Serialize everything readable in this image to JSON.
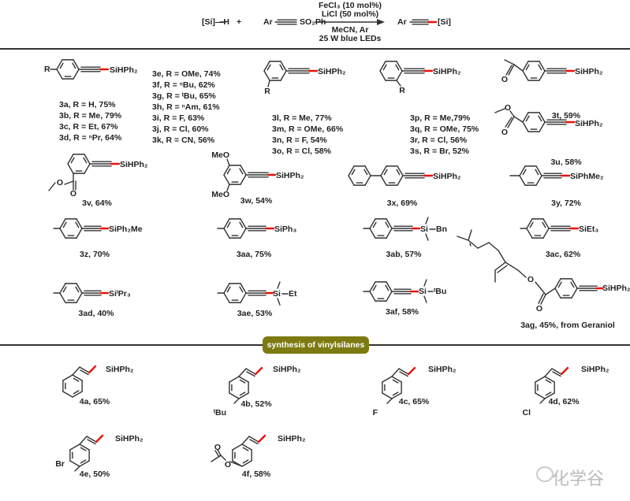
{
  "reaction": {
    "reagent_1": "[Si]—H",
    "plus": "+",
    "reagent_2_ar": "Ar",
    "reagent_2_group": "SO₂Ph",
    "conditions_above": [
      "FeCl₃ (10 mol%)",
      "LiCl (50 mol%)"
    ],
    "conditions_below": [
      "MeCN, Ar",
      "25 W blue LEDs"
    ],
    "product_ar": "Ar",
    "product_si": "[Si]"
  },
  "para_series": {
    "substituent": "R",
    "silyl": "SiHPh₂",
    "entries_a": [
      "3a, R = H, 75%",
      "3b, R = Me, 79%",
      "3c, R = Et, 67%",
      "3d, R = ⁿPr, 64%"
    ],
    "entries_b": [
      "3e, R = OMe, 74%",
      "3f, R = ⁿBu, 62%",
      "3g, R = ᵗBu, 65%",
      "3h, R = ⁿAm, 61%",
      "3i, R = F, 63%",
      "3j, R = Cl, 60%",
      "3k, R = CN, 56%"
    ]
  },
  "meta_series": {
    "substituent": "R",
    "silyl": "SiHPh₂",
    "entries": [
      "3l, R = Me, 77%",
      "3m, R = OMe, 66%",
      "3n, R = F, 54%",
      "3o, R = Cl, 58%"
    ]
  },
  "ortho_series": {
    "substituent": "R",
    "silyl": "SiHPh₂",
    "entries": [
      "3p, R = Me,79%",
      "3q, R = OMe, 75%",
      "3r, R = Cl, 56%",
      "3s, R = Br, 52%"
    ]
  },
  "compounds": {
    "c3t": {
      "silyl": "SiHPh₂",
      "atom_o": "O",
      "label": "3t, 59%"
    },
    "c3u": {
      "silyl": "SiHPh₂",
      "atom_o1": "O",
      "atom_o2": "O",
      "label": "3u, 58%"
    },
    "c3v": {
      "silyl": "SiHPh₂",
      "atom_o1": "O",
      "atom_o2": "O",
      "label": "3v, 64%"
    },
    "c3w": {
      "silyl": "SiHPh₂",
      "group_1": "MeO",
      "group_2": "MeO",
      "label": "3w, 54%"
    },
    "c3x": {
      "silyl": "SiHPh₂",
      "label": "3x, 69%"
    },
    "c3y": {
      "silyl": "SiPhMe₂",
      "label": "3y, 72%"
    },
    "c3z": {
      "silyl": "SiPh₂Me",
      "label": "3z, 70%"
    },
    "c3aa": {
      "silyl": "SiPh₃",
      "label": "3aa, 75%"
    },
    "c3ab": {
      "silyl": "Si",
      "group": "Bn",
      "label": "3ab, 57%"
    },
    "c3ac": {
      "silyl": "SiEt₃",
      "label": "3ac, 62%"
    },
    "c3ad": {
      "silyl": "SiⁱPr₃",
      "label": "3ad, 40%"
    },
    "c3ae": {
      "silyl": "Si",
      "group": "Et",
      "label": "3ae, 53%"
    },
    "c3af": {
      "silyl": "Si",
      "group": "ᵗBu",
      "label": "3af, 58%"
    },
    "c3ag": {
      "silyl": "SiHPh₂",
      "atom_o1": "O",
      "atom_o2": "O",
      "label": "3ag, 45%, from Geraniol"
    }
  },
  "section_badge": "synthesis of vinylsilanes",
  "vinyl": {
    "c4a": {
      "silyl": "SiHPh₂",
      "label": "4a, 65%"
    },
    "c4b": {
      "silyl": "SiHPh₂",
      "substituent": "ᵗBu",
      "label": "4b, 52%"
    },
    "c4c": {
      "silyl": "SiHPh₂",
      "substituent": "F",
      "label": "4c, 65%"
    },
    "c4d": {
      "silyl": "SiHPh₂",
      "substituent": "Cl",
      "label": "4d, 62%"
    },
    "c4e": {
      "silyl": "SiHPh₂",
      "substituent": "Br",
      "label": "4e, 50%"
    },
    "c4f": {
      "silyl": "SiHPh₂",
      "atom_o1": "O",
      "atom_o2": "O",
      "label": "4f, 58%"
    }
  },
  "watermark": "化学谷",
  "colors": {
    "bond": "#333333",
    "new_bond": "#e8120c",
    "badge": "#7d7a12"
  }
}
